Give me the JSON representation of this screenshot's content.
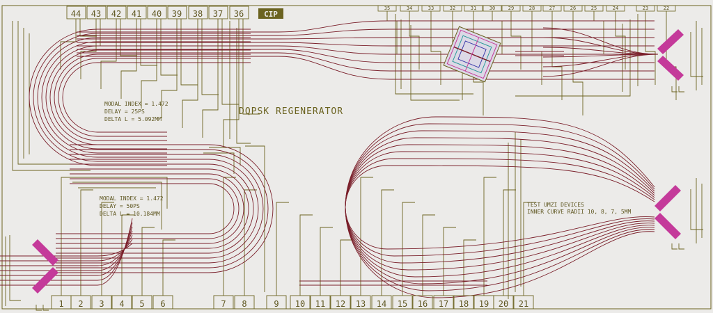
{
  "title": "DQPSK REGENERATOR",
  "logo": "CIP",
  "pads_bottom": [
    "1",
    "2",
    "3",
    "4",
    "5",
    "6",
    "7",
    "8",
    "9",
    "10",
    "11",
    "12",
    "13",
    "14",
    "15",
    "16",
    "17",
    "18",
    "19",
    "20",
    "21"
  ],
  "pads_top_left": [
    "44",
    "43",
    "42",
    "41",
    "40",
    "39",
    "38",
    "37",
    "36"
  ],
  "pads_top_right": [
    "35",
    "34",
    "33",
    "32",
    "31",
    "30",
    "29",
    "28",
    "27",
    "26",
    "25",
    "24",
    "23",
    "22"
  ],
  "annotation_upper": {
    "line1": "MODAL INDEX = 1.472",
    "line2": "DELAY = 25PS",
    "line3": "DELTA L = 5.092MM"
  },
  "annotation_lower": {
    "line1": "MODAL INDEX = 1.472",
    "line2": "DELAY = 50PS",
    "line3": "DELTA L = 10.184MM"
  },
  "annotation_test": {
    "line1": "TEST UMZI DEVICES",
    "line2": "INNER CURVE RADII 10, 8, 7, 5MM"
  },
  "colors": {
    "background": "#ecebe9",
    "waveguide": "#7a1f2a",
    "electrode": "#6b6320",
    "coupler": "#c43a9a",
    "chip_accent": "#2a9a9a"
  }
}
